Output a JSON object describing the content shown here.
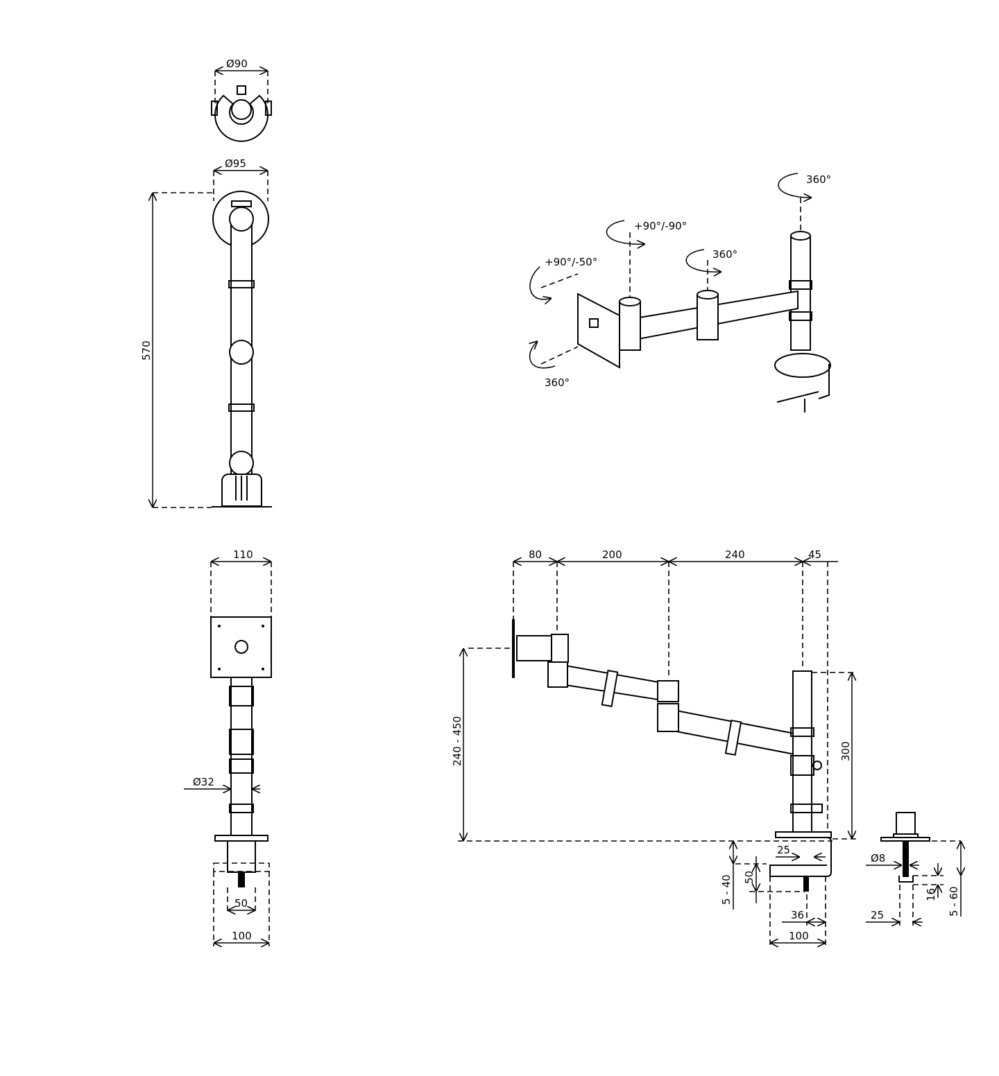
{
  "title": "Monitor arm dimension drawing",
  "colors": {
    "line": "#000000",
    "background": "#ffffff"
  },
  "top_view": {
    "diameter_label": "Ø90"
  },
  "side_view": {
    "diameter_label": "Ø95",
    "height_label": "570"
  },
  "front_view": {
    "width_label": "110",
    "pole_diameter_label": "Ø32",
    "clamp_inner_label": "50",
    "clamp_outer_label": "100"
  },
  "isometric_view": {
    "rotations": {
      "pole": "360°",
      "joint": "+90°/-90°",
      "middle": "360°",
      "tilt": "+90°/-50°",
      "plate": "360°"
    }
  },
  "side_profile": {
    "segments": [
      "80",
      "200",
      "240",
      "45"
    ],
    "height_range": "240 - 450",
    "pole_height": "300",
    "clamp": {
      "lip": "25",
      "thickness_range": "5 - 40",
      "depth": "50",
      "screw_offset": "36",
      "width": "100"
    }
  },
  "grommet": {
    "bolt_diameter": "Ø8",
    "nut_height": "16",
    "thickness_range": "5 - 60",
    "nut_width": "25"
  }
}
